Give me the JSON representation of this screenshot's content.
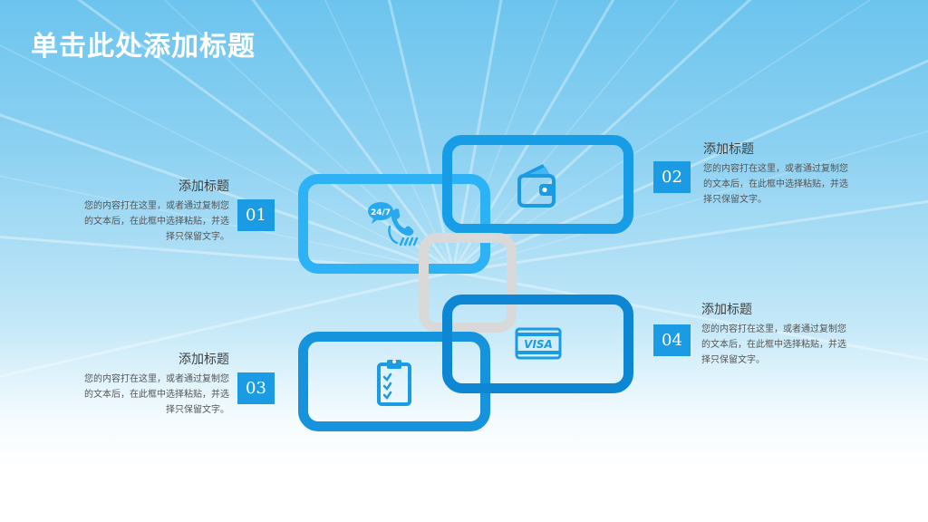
{
  "slide": {
    "title": "单击此处添加标题"
  },
  "items": [
    {
      "number": "01",
      "heading": "添加标题",
      "text": "您的内容打在这里，或者通过复制您的文本后，在此框中选择粘贴，并选择只保留文字。",
      "icon": "phone-24-7-icon"
    },
    {
      "number": "02",
      "heading": "添加标题",
      "text": "您的内容打在这里，或者通过复制您的文本后，在此框中选择粘贴，并选择只保留文字。",
      "icon": "wallet-icon"
    },
    {
      "number": "03",
      "heading": "添加标题",
      "text": "您的内容打在这里，或者通过复制您的文本后，在此框中选择粘贴，并选择只保留文字。",
      "icon": "clipboard-checklist-icon"
    },
    {
      "number": "04",
      "heading": "添加标题",
      "text": "您的内容打在这里，或者通过复制您的文本后，在此框中选择粘贴，并选择只保留文字。",
      "icon": "visa-card-icon"
    }
  ],
  "icon_labels": {
    "hours": "24/7",
    "card": "VISA"
  },
  "colors": {
    "accent": "#1a9be3",
    "ring_light": "#2db3f5",
    "ring_dark": "#0d86d4",
    "ring_center": "#d9d9d9",
    "title": "#ffffff"
  }
}
